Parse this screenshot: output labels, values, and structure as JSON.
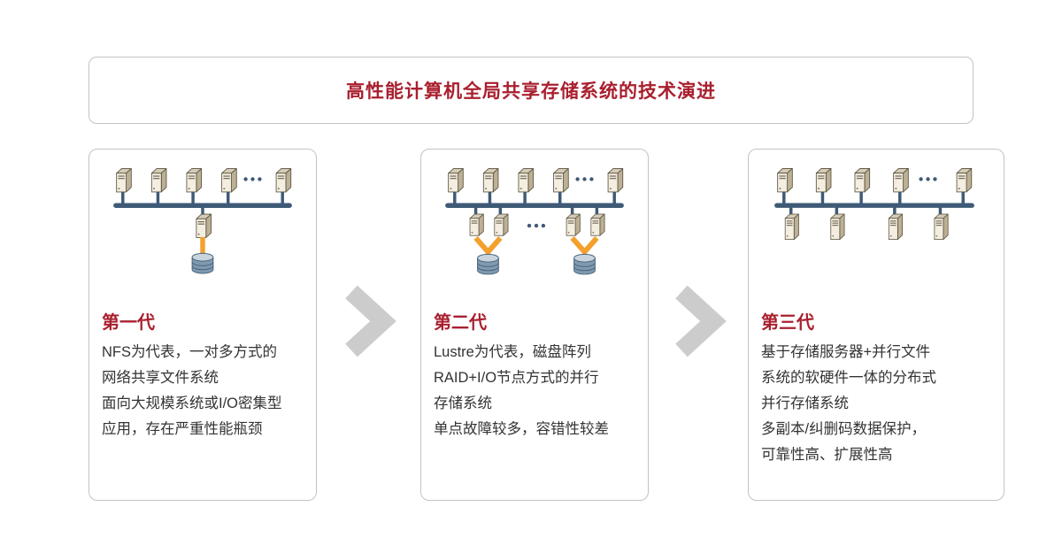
{
  "title": "高性能计算机全局共享存储系统的技术演进",
  "colors": {
    "accent_red": "#a91f2e",
    "bus_navy": "#3e5a77",
    "connector_orange": "#f3a02c",
    "arrow_gray": "#cccccc",
    "body_text": "#333333"
  },
  "icons": {
    "compute_node": "computer-tower-icon",
    "io_node": "computer-tower-icon",
    "storage_server": "storage-server-icon",
    "database": "database-cylinder-icon",
    "ellipsis": "···",
    "next_step": "chevron-right-icon"
  },
  "cards": [
    {
      "generation": "第一代",
      "lines": [
        "NFS为代表，一对多方式的",
        "网络共享文件系统",
        "面向大规模系统或I/O密集型",
        "应用，存在严重性能瓶颈"
      ]
    },
    {
      "generation": "第二代",
      "lines": [
        "Lustre为代表，磁盘阵列",
        "RAID+I/O节点方式的并行",
        "存储系统",
        "单点故障较多，容错性较差"
      ]
    },
    {
      "generation": "第三代",
      "lines": [
        "基于存储服务器+并行文件",
        "系统的软硬件一体的分布式",
        "并行存储系统",
        "多副本/纠删码数据保护，",
        "可靠性高、扩展性高"
      ]
    }
  ]
}
